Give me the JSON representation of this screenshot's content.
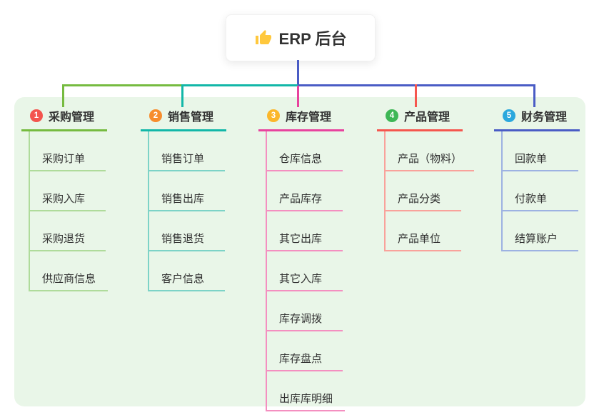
{
  "root": {
    "label": "ERP 后台",
    "icon": "thumbs-up-icon",
    "icon_color": "#FFC83D"
  },
  "canvas": {
    "background": "#FFFFFF",
    "panel_background": "#E9F6E8"
  },
  "branches": [
    {
      "index": "1",
      "label": "采购管理",
      "badge_color": "#F3554E",
      "line_color": "#76BB40",
      "child_line_color": "#AFDB9B",
      "children": [
        "采购订单",
        "采购入库",
        "采购退货",
        "供应商信息"
      ]
    },
    {
      "index": "2",
      "label": "销售管理",
      "badge_color": "#F78D2D",
      "line_color": "#12B7A8",
      "child_line_color": "#7DD3C7",
      "children": [
        "销售订单",
        "销售出库",
        "销售退货",
        "客户信息"
      ]
    },
    {
      "index": "3",
      "label": "库存管理",
      "badge_color": "#FBB72B",
      "line_color": "#E8439E",
      "child_line_color": "#F48FC0",
      "children": [
        "仓库信息",
        "产品库存",
        "其它出库",
        "其它入库",
        "库存调拨",
        "库存盘点",
        "出库库明细"
      ]
    },
    {
      "index": "4",
      "label": "产品管理",
      "badge_color": "#3DB755",
      "line_color": "#F5564E",
      "child_line_color": "#F9A29B",
      "children": [
        "产品（物料）",
        "产品分类",
        "产品单位"
      ]
    },
    {
      "index": "5",
      "label": "财务管理",
      "badge_color": "#2BA8DD",
      "line_color": "#4A5CC5",
      "child_line_color": "#9DB2E2",
      "children": [
        "回款单",
        "付款单",
        "结算账户"
      ]
    }
  ]
}
